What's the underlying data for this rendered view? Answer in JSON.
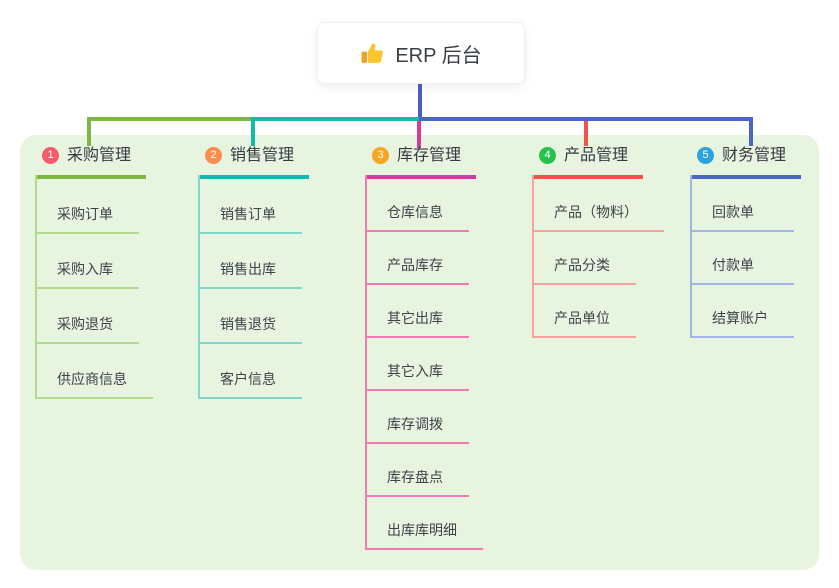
{
  "root": {
    "label": "ERP 后台",
    "icon": "thumbs-up"
  },
  "colors": {
    "root_connector": "#4a5ec4",
    "panel_bg": "#e7f4df",
    "header_text": "#353b42",
    "child_text": "#3d434a"
  },
  "branches": [
    {
      "number": "1",
      "label": "采购管理",
      "accent": "#7db843",
      "light": "#b4da8e",
      "badge": "#f75c6b",
      "children": [
        "采购订单",
        "采购入库",
        "采购退货",
        "供应商信息"
      ]
    },
    {
      "number": "2",
      "label": "销售管理",
      "accent": "#16b8ae",
      "light": "#7fd6ca",
      "badge": "#fb8d4d",
      "children": [
        "销售订单",
        "销售出库",
        "销售退货",
        "客户信息"
      ]
    },
    {
      "number": "3",
      "label": "库存管理",
      "accent": "#d23c9e",
      "light": "#f07ab8",
      "badge": "#f7a623",
      "children": [
        "仓库信息",
        "产品库存",
        "其它出库",
        "其它入库",
        "库存调拨",
        "库存盘点",
        "出库库明细"
      ]
    },
    {
      "number": "4",
      "label": "产品管理",
      "accent": "#f4514e",
      "light": "#f8a29e",
      "badge": "#27c24c",
      "children": [
        "产品（物料）",
        "产品分类",
        "产品单位"
      ]
    },
    {
      "number": "5",
      "label": "财务管理",
      "accent": "#4a66c4",
      "light": "#a3b6e8",
      "badge": "#2ba3dc",
      "children": [
        "回款单",
        "付款单",
        "结算账户"
      ]
    }
  ]
}
